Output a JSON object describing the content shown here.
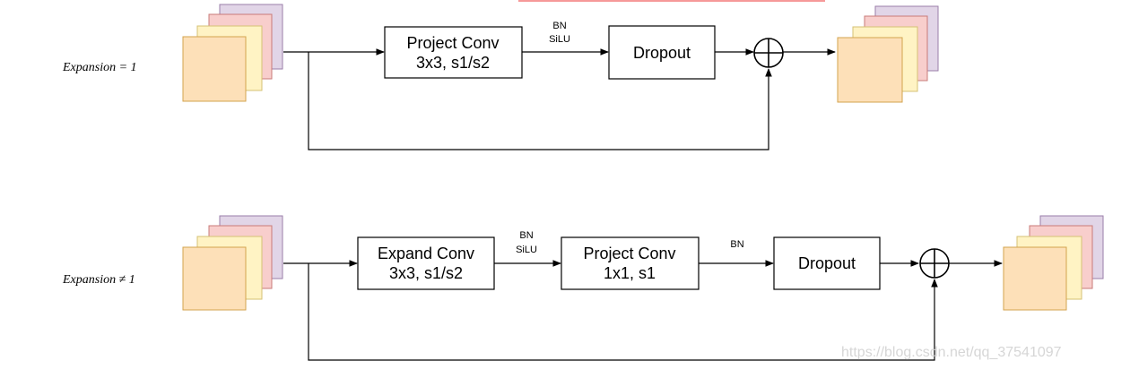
{
  "colors": {
    "tile_orange": "#fde0b8",
    "tile_orange_stroke": "#d3a34e",
    "tile_yellow": "#fff3c4",
    "tile_yellow_stroke": "#d6c175",
    "tile_red": "#f8cecc",
    "tile_red_stroke": "#c97b78",
    "tile_purple": "#e1d5e7",
    "tile_purple_stroke": "#9a7ea8",
    "line": "#000000",
    "accent_red": "#ee3333",
    "watermark": "#d6d6d6"
  },
  "row1": {
    "label": "Expansion = 1",
    "project_conv": {
      "line1": "Project Conv",
      "line2": "3x3, s1/s2"
    },
    "bn_label": "BN",
    "silu_label": "SiLU",
    "dropout": "Dropout"
  },
  "row2": {
    "label": "Expansion ≠ 1",
    "expand_conv": {
      "line1": "Expand Conv",
      "line2": "3x3, s1/s2"
    },
    "bn_silu_bn": "BN",
    "bn_silu_silu": "SiLU",
    "project_conv": {
      "line1": "Project Conv",
      "line2": "1x1, s1"
    },
    "bn_label": "BN",
    "dropout": "Dropout"
  },
  "watermark": "https://blog.csdn.net/qq_37541097"
}
